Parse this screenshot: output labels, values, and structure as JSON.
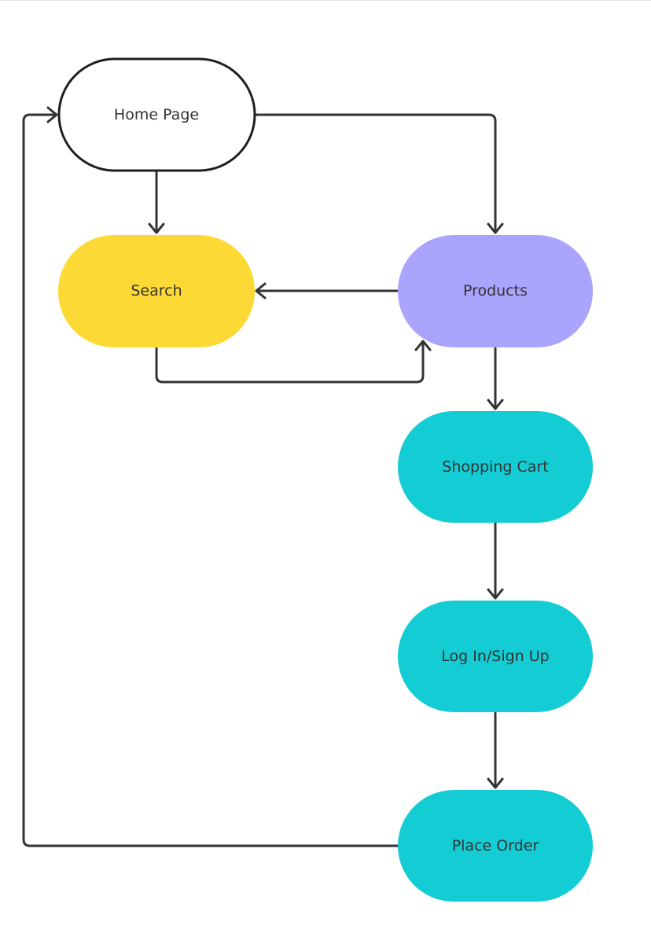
{
  "diagram": {
    "nodes": [
      {
        "id": "home",
        "label": "Home Page",
        "fill": "#ffffff",
        "stroke": "#1f1f1f"
      },
      {
        "id": "search",
        "label": "Search",
        "fill": "#fdd935",
        "stroke": "none"
      },
      {
        "id": "products",
        "label": "Products",
        "fill": "#aba4fc",
        "stroke": "none"
      },
      {
        "id": "cart",
        "label": "Shopping Cart",
        "fill": "#14ccd4",
        "stroke": "none"
      },
      {
        "id": "login",
        "label": "Log In/Sign Up",
        "fill": "#14ccd4",
        "stroke": "none"
      },
      {
        "id": "order",
        "label": "Place Order",
        "fill": "#14ccd4",
        "stroke": "none"
      }
    ],
    "edges": [
      {
        "from": "home",
        "to": "search"
      },
      {
        "from": "home",
        "to": "products"
      },
      {
        "from": "products",
        "to": "search"
      },
      {
        "from": "search",
        "to": "products"
      },
      {
        "from": "products",
        "to": "cart"
      },
      {
        "from": "cart",
        "to": "login"
      },
      {
        "from": "login",
        "to": "order"
      },
      {
        "from": "order",
        "to": "home"
      }
    ]
  }
}
